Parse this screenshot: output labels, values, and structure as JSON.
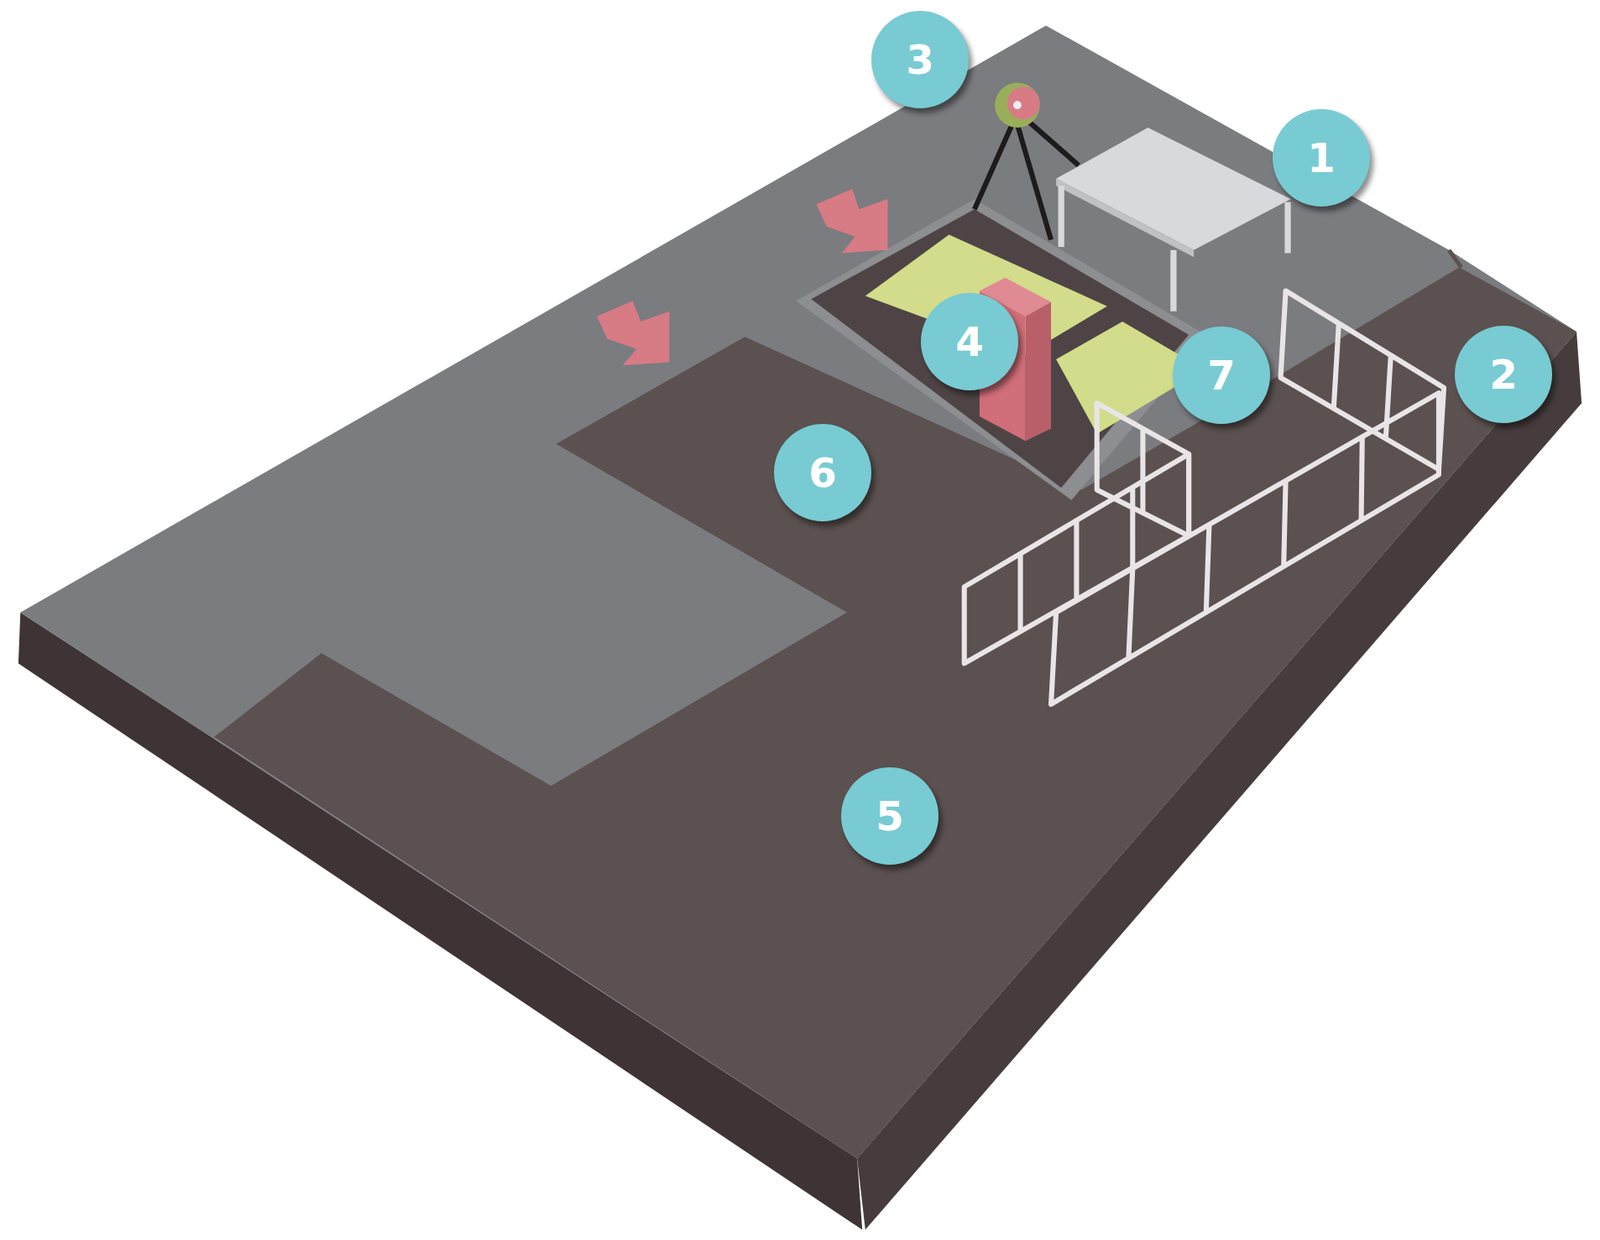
{
  "diagram": {
    "labels": [
      "3",
      "1",
      "2",
      "7",
      "4",
      "6",
      "5"
    ]
  }
}
